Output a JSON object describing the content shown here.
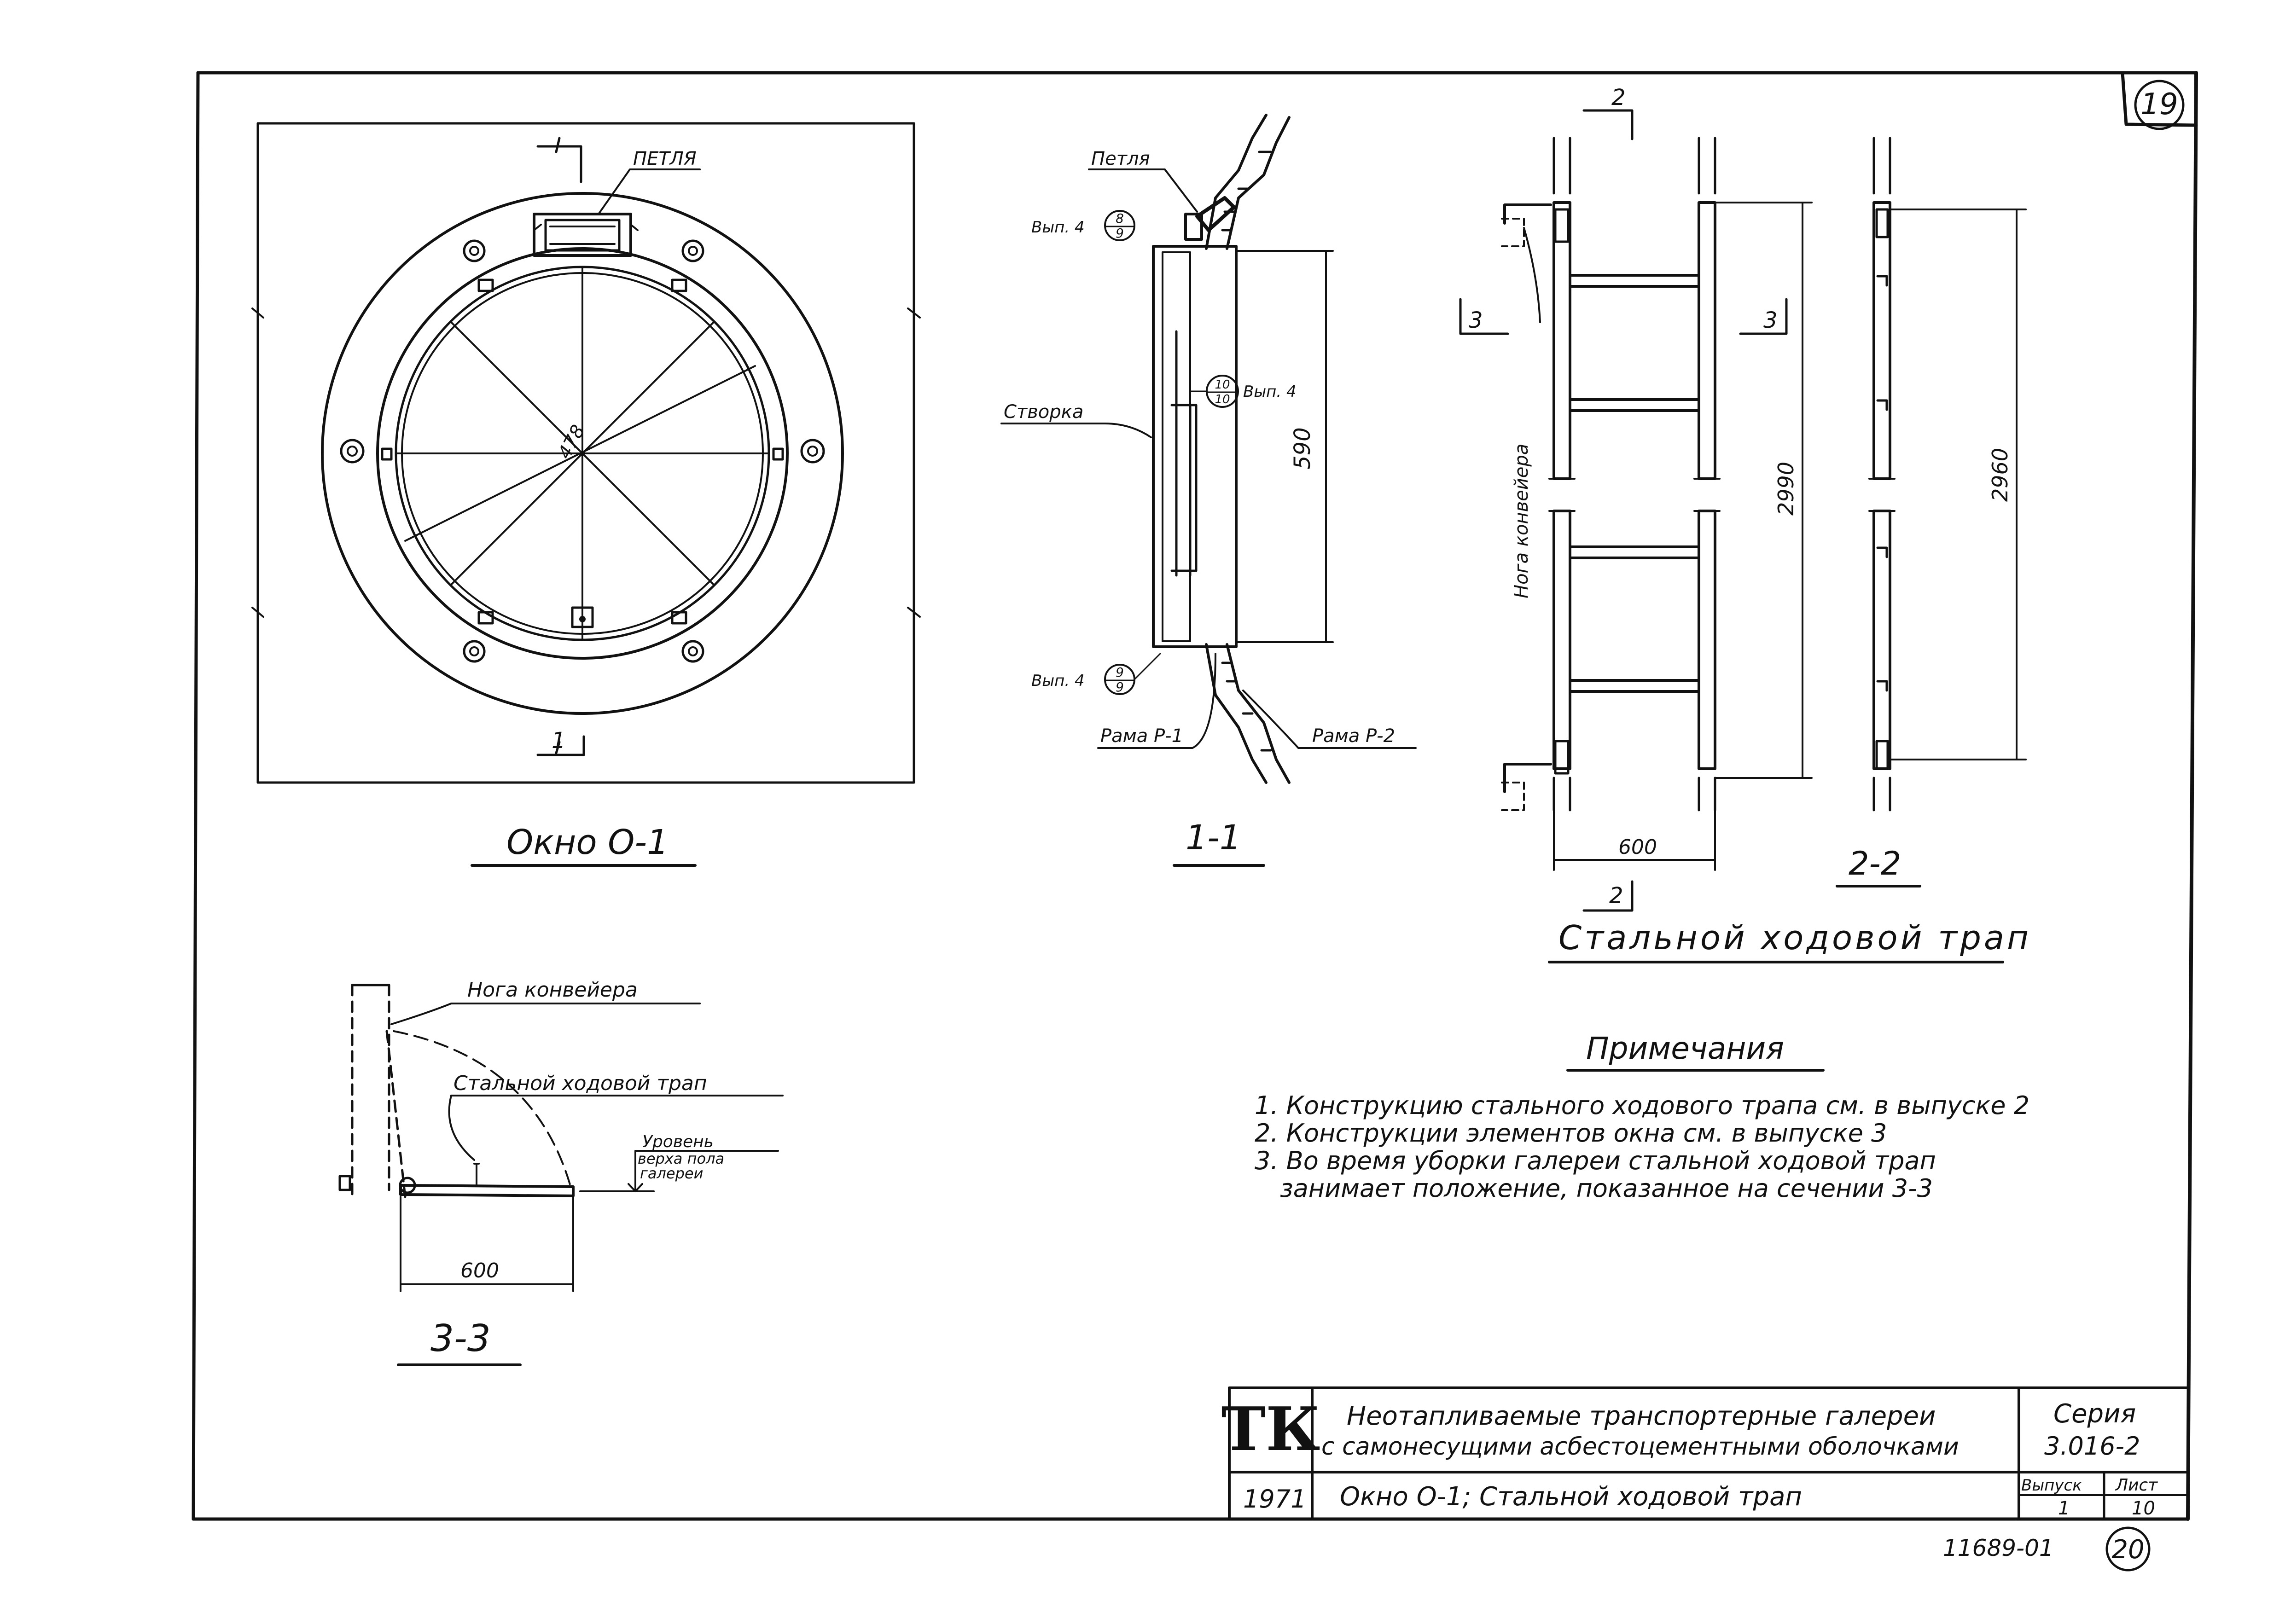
{
  "sheet_no": "19",
  "window_view": {
    "hinge_label": "ПЕТЛЯ",
    "section_mark": "1",
    "diameter": "478",
    "caption": "Окно О-1"
  },
  "section_1_1": {
    "hinge_label": "Петля",
    "sash_label": "Створка",
    "frame_p1": "Рама Р-1",
    "frame_p2": "Рама Р-2",
    "issue_prefix": "Вып. 4",
    "callout_top": {
      "num": "8",
      "den": "9"
    },
    "callout_mid": {
      "num": "10",
      "den": "10"
    },
    "callout_bot": {
      "num": "9",
      "den": "9"
    },
    "height": "590",
    "caption": "1-1"
  },
  "ladder": {
    "mark_2": "2",
    "mark_3": "3",
    "leg_label": "Нога конвейера",
    "height_a": "2990",
    "height_b": "2960",
    "width": "600",
    "caption_2_2": "2-2",
    "title": "Стальной ходовой трап"
  },
  "section_3_3": {
    "leg_label": "Нога конвейера",
    "ladder_label": "Стальной ходовой трап",
    "level_line1": "Уровень",
    "level_line2": "верха пола",
    "level_line3": "галереи",
    "width": "600",
    "caption": "3-3"
  },
  "notes": {
    "title": "Примечания",
    "items": [
      "1. Конструкцию стального ходового трапа см. в выпуске 2",
      "2. Конструкции элементов окна см. в выпуске 3",
      "3. Во время уборки галереи стальной ходовой трап",
      "занимает положение, показанное на сечении 3-3"
    ]
  },
  "title_block": {
    "logo": "ТК",
    "title_line1": "Неотапливаемые транспортерные галереи",
    "title_line2": "с самонесущими асбестоцементными оболочками",
    "series_label": "Серия",
    "series_value": "3.016-2",
    "year": "1971",
    "sheet_title": "Окно О-1; Стальной ходовой трап",
    "issue_label": "Выпуск",
    "issue_value": "1",
    "sheet_label": "Лист",
    "sheet_value": "10"
  },
  "archive_no": "11689-01",
  "archive_page": "20"
}
